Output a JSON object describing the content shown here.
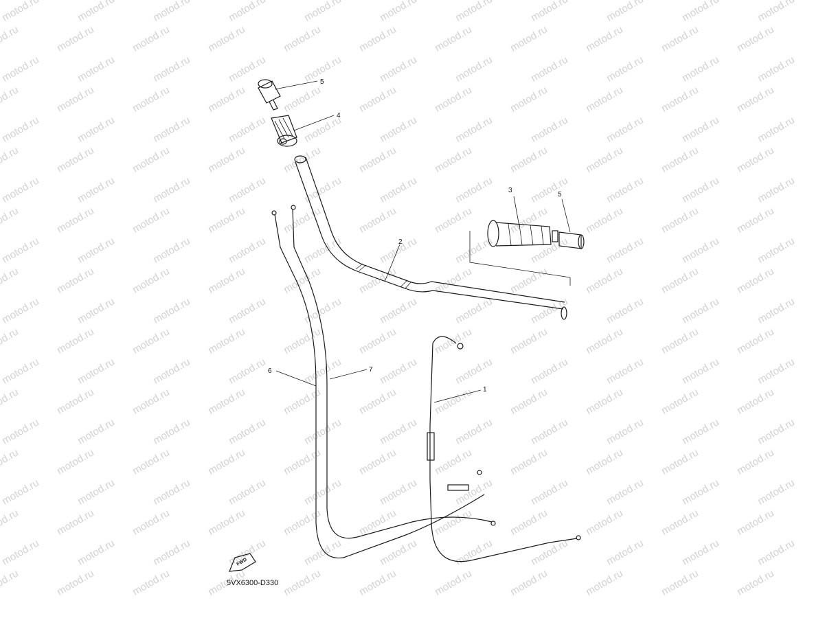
{
  "watermark": {
    "text": "motod.ru",
    "color": "#d2d2d2"
  },
  "diagram_code": "5VX6300-D330",
  "fwd_badge": "FWD",
  "callouts": {
    "handlebar": "2",
    "grip_left": "4",
    "end_weight_left": "5",
    "grip_right": "3",
    "end_weight_right": "5",
    "throttle_cable": "1",
    "cable_6": "6",
    "cable_7": "7"
  }
}
